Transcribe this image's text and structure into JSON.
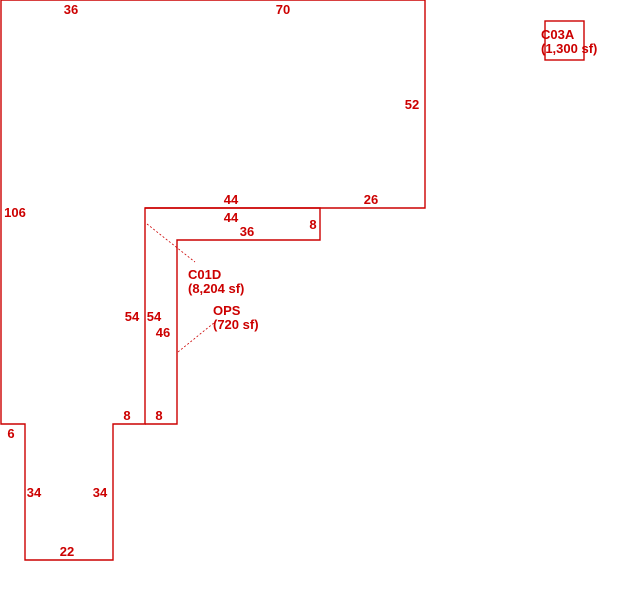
{
  "colors": {
    "line": "#cc0000",
    "text": "#cc0000",
    "background": "#ffffff"
  },
  "dimensions": {
    "d36_top": "36",
    "d70_top": "70",
    "d52_right": "52",
    "d106_left": "106",
    "d44_upper": "44",
    "d26_step": "26",
    "d44_inner": "44",
    "d36_inner": "36",
    "d8_notch": "8",
    "d54_outer": "54",
    "d54_inner": "54",
    "d46_inner": "46",
    "d8_left": "8",
    "d8_right": "8",
    "d6_left": "6",
    "d34_left": "34",
    "d34_right": "34",
    "d22_bottom": "22"
  },
  "areas": {
    "c01d": {
      "name": "C01D",
      "size": "(8,204 sf)"
    },
    "ops": {
      "name": "OPS",
      "size": "(720 sf)"
    },
    "c03a": {
      "name": "C03A",
      "size": "(1,300 sf)"
    }
  }
}
